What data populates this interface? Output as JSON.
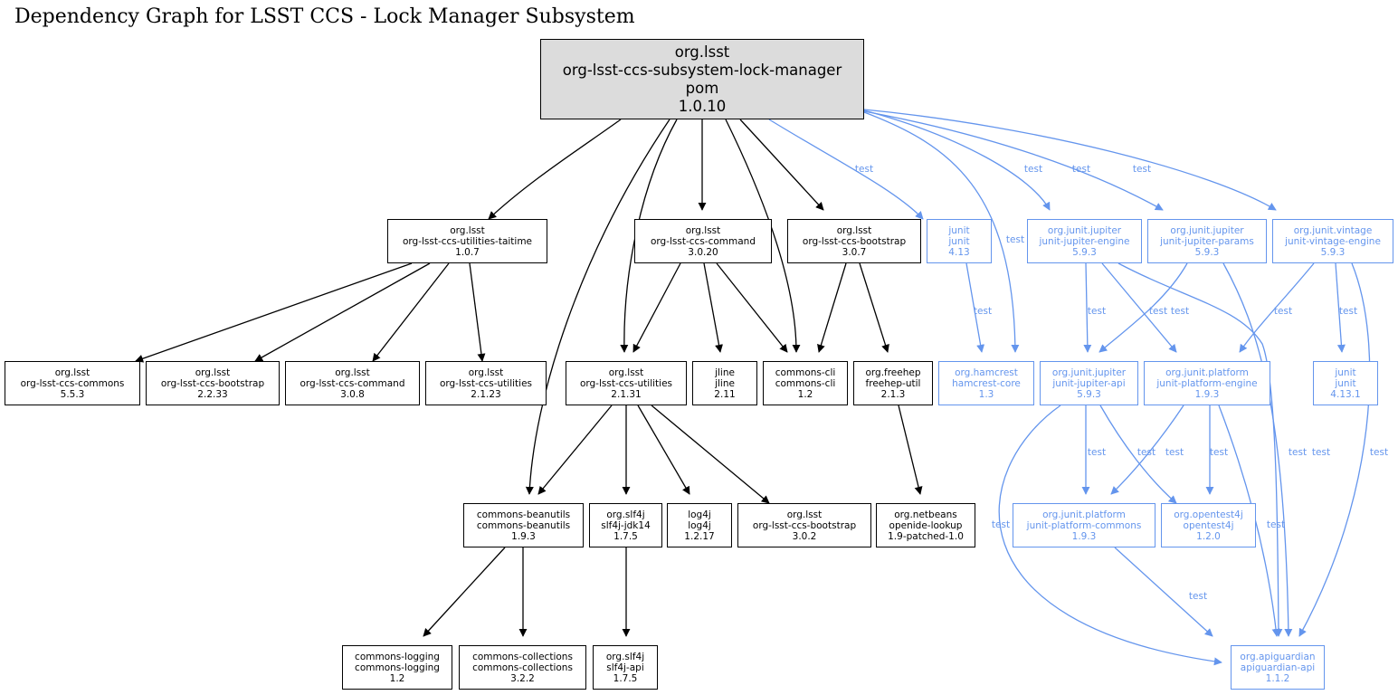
{
  "title": "Dependency Graph for LSST CCS - Lock Manager Subsystem",
  "nodes": {
    "root": {
      "lines": [
        "org.lsst",
        "org-lsst-ccs-subsystem-lock-manager",
        "pom",
        "1.0.10"
      ]
    },
    "taitime": {
      "lines": [
        "org.lsst",
        "org-lsst-ccs-utilities-taitime",
        "1.0.7"
      ]
    },
    "command3020": {
      "lines": [
        "org.lsst",
        "org-lsst-ccs-command",
        "3.0.20"
      ]
    },
    "bootstrap307": {
      "lines": [
        "org.lsst",
        "org-lsst-ccs-bootstrap",
        "3.0.7"
      ]
    },
    "junit413": {
      "lines": [
        "junit",
        "junit",
        "4.13"
      ]
    },
    "jupiterEngine": {
      "lines": [
        "org.junit.jupiter",
        "junit-jupiter-engine",
        "5.9.3"
      ]
    },
    "jupiterParams": {
      "lines": [
        "org.junit.jupiter",
        "junit-jupiter-params",
        "5.9.3"
      ]
    },
    "vintageEngine": {
      "lines": [
        "org.junit.vintage",
        "junit-vintage-engine",
        "5.9.3"
      ]
    },
    "commons553": {
      "lines": [
        "org.lsst",
        "org-lsst-ccs-commons",
        "5.5.3"
      ]
    },
    "bootstrap2233": {
      "lines": [
        "org.lsst",
        "org-lsst-ccs-bootstrap",
        "2.2.33"
      ]
    },
    "command308": {
      "lines": [
        "org.lsst",
        "org-lsst-ccs-command",
        "3.0.8"
      ]
    },
    "utilities2123": {
      "lines": [
        "org.lsst",
        "org-lsst-ccs-utilities",
        "2.1.23"
      ]
    },
    "utilities2131": {
      "lines": [
        "org.lsst",
        "org-lsst-ccs-utilities",
        "2.1.31"
      ]
    },
    "jline": {
      "lines": [
        "jline",
        "jline",
        "2.11"
      ]
    },
    "commonsCli": {
      "lines": [
        "commons-cli",
        "commons-cli",
        "1.2"
      ]
    },
    "freehep": {
      "lines": [
        "org.freehep",
        "freehep-util",
        "2.1.3"
      ]
    },
    "hamcrest": {
      "lines": [
        "org.hamcrest",
        "hamcrest-core",
        "1.3"
      ]
    },
    "jupiterApi": {
      "lines": [
        "org.junit.jupiter",
        "junit-jupiter-api",
        "5.9.3"
      ]
    },
    "platformEngine": {
      "lines": [
        "org.junit.platform",
        "junit-platform-engine",
        "1.9.3"
      ]
    },
    "junit4131": {
      "lines": [
        "junit",
        "junit",
        "4.13.1"
      ]
    },
    "beanutils": {
      "lines": [
        "commons-beanutils",
        "commons-beanutils",
        "1.9.3"
      ]
    },
    "slf4jJdk14": {
      "lines": [
        "org.slf4j",
        "slf4j-jdk14",
        "1.7.5"
      ]
    },
    "log4j": {
      "lines": [
        "log4j",
        "log4j",
        "1.2.17"
      ]
    },
    "bootstrap302": {
      "lines": [
        "org.lsst",
        "org-lsst-ccs-bootstrap",
        "3.0.2"
      ]
    },
    "openideLookup": {
      "lines": [
        "org.netbeans",
        "openide-lookup",
        "1.9-patched-1.0"
      ]
    },
    "platformCommons": {
      "lines": [
        "org.junit.platform",
        "junit-platform-commons",
        "1.9.3"
      ]
    },
    "opentest4j": {
      "lines": [
        "org.opentest4j",
        "opentest4j",
        "1.2.0"
      ]
    },
    "commonsLogging": {
      "lines": [
        "commons-logging",
        "commons-logging",
        "1.2"
      ]
    },
    "commonsCollections": {
      "lines": [
        "commons-collections",
        "commons-collections",
        "3.2.2"
      ]
    },
    "slf4jApi": {
      "lines": [
        "org.slf4j",
        "slf4j-api",
        "1.7.5"
      ]
    },
    "apiguardian": {
      "lines": [
        "org.apiguardian",
        "apiguardian-api",
        "1.1.2"
      ]
    }
  },
  "edge_label": "test",
  "colors": {
    "compile": "#000000",
    "test": "#6495ed",
    "root_fill": "#dcdcdc"
  }
}
